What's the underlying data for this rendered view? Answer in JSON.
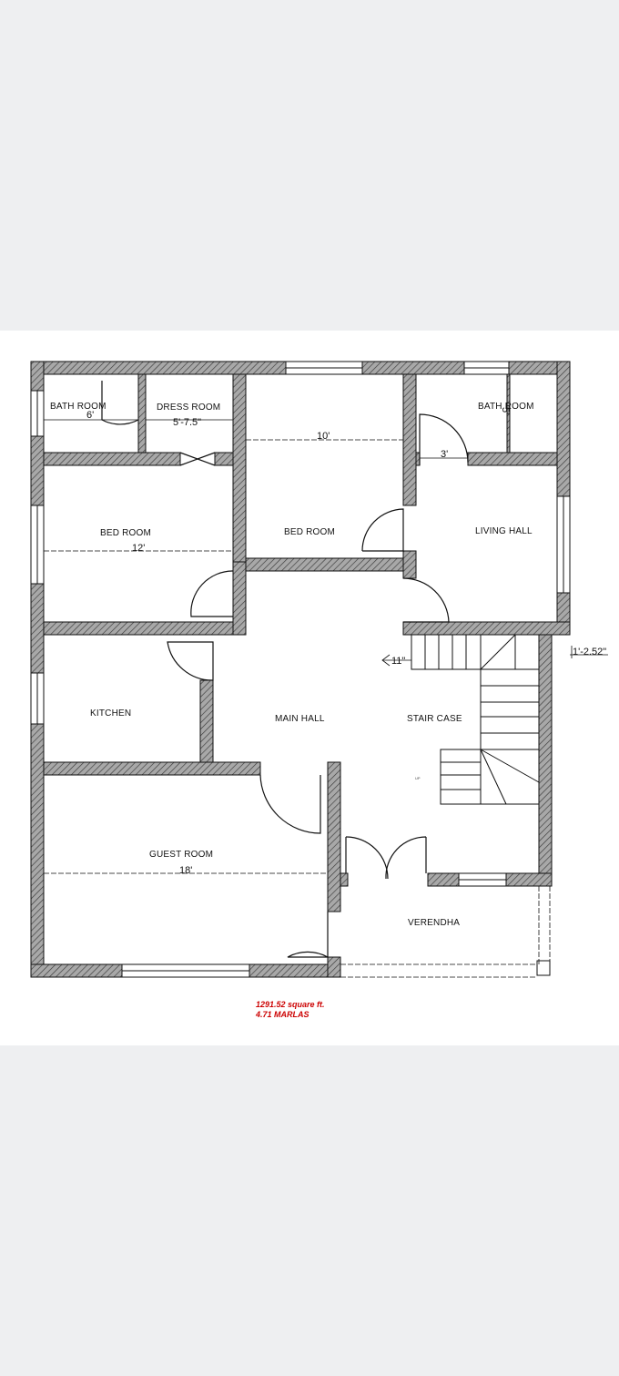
{
  "rooms": {
    "bath_room_1": "BATH ROOM",
    "dress_room": "DRESS ROOM",
    "bed_room_1": "BED ROOM",
    "bed_room_2": "BED ROOM",
    "bath_room_2": "BATH ROOM",
    "living_hall": "LIVING HALL",
    "kitchen": "KITCHEN",
    "main_hall": "MAIN HALL",
    "stair_case": "STAIR CASE",
    "guest_room": "GUEST ROOM",
    "verendha": "VERENDHA"
  },
  "dimensions": {
    "bath1_width": "6'",
    "dress_width": "5'-7.5\"",
    "bed2_width": "10'",
    "bath2_width": "5'",
    "bath2_door": "3'",
    "bed1_width": "12'",
    "stair_width": "11\"",
    "outer_offset": "1'-2.52\"",
    "guest_width": "18'"
  },
  "stair_up_mark": "UP",
  "area": {
    "square_ft": "1291.52 square ft.",
    "marlas": "4.71 MARLAS"
  },
  "colors": {
    "wall_fill": "#9a9a9a",
    "line": "#111111",
    "area_text": "#cc0000",
    "page_bg": "#eeeff1",
    "panel_bg": "#ffffff"
  }
}
